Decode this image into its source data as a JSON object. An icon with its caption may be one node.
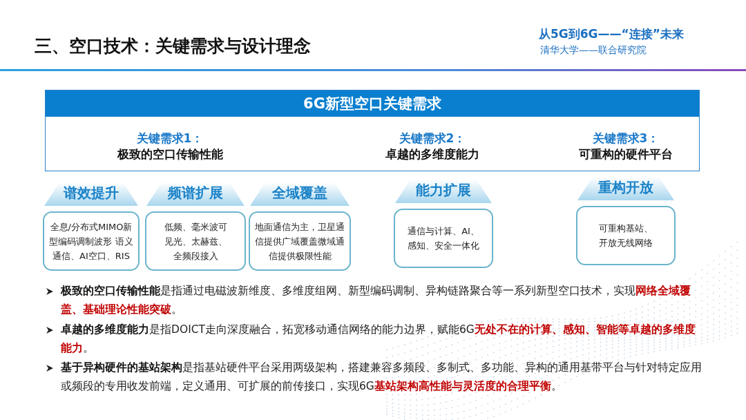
{
  "diagram": {
    "title": "三、空口技术：关键需求与设计理念",
    "nodes": [
      {
        "text": [
          "6G新型空口关键需求",
          "关键需求1：",
          "极致的空口传输性能",
          "关键需求2：",
          "卓越的多维度能力",
          "关键需求3：",
          "可重构的硬件平台"
        ]
      },
      {
        "text": [
          "谱效提升"
        ]
      },
      {
        "text": [
          "全息/分布式MIMO新型编码调制波形 语义通信、AI空口、RIS"
        ]
      },
      {
        "text": [
          "频谱扩展"
        ]
      },
      {
        "text": [
          "低频、毫米波可见光、太赫兹、全频段接入"
        ]
      },
      {
        "text": [
          "全域覆盖"
        ]
      },
      {
        "text": [
          "地面通信为主，卫星通信提供广域覆盖微域通信提供极限性能"
        ]
      },
      {
        "text": [
          "能力扩展"
        ]
      },
      {
        "text": [
          "通信与计算、AI、感知、安全一体化"
        ]
      },
      {
        "text": [
          "重构开放"
        ]
      },
      {
        "text": [
          "可重构基站、开放无线网络"
        ]
      }
    ],
    "edges": [],
    "labels": [
      "从5G到6G——“连接”未来",
      "清华大学——联合研究院",
      "**极致的空口传输性能**是指通过电磁波新维度、多维度组网、新型编码调制、异构链路聚合等一系列新型空口技术，实现**网络全域覆盖、基础理论性能突破**。",
      "**卓越的多维度能力**是指DOICT走向深度融合，拓宽移动通信网络的能力边界，赋能6G**无处不在的计算、感知、智能等卓越的多维度能力**。",
      "**基于异构硬件的基站架构**是指基站硬件平台采用两级架构，搭建兼容多频段、多制式、多功能、异构的通用基带平台与针对特定应用或频段的专用收发前端，定义通用、可扩展的前传接口，实现6G**基站架构高性能与灵活度的合理平衡**。"
    ]
  }
}
